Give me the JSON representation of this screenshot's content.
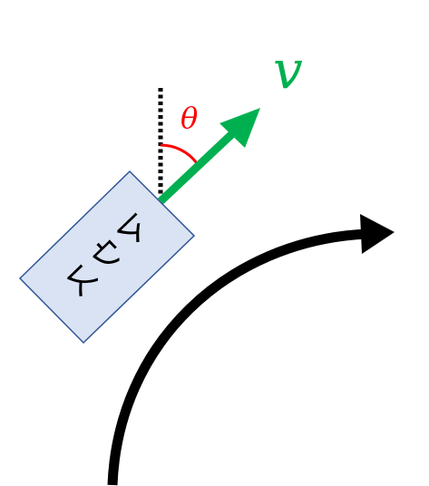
{
  "diagram": {
    "velocity_label": "v",
    "angle_label": "θ",
    "box_label": "マウス",
    "colors": {
      "velocity": "#00b050",
      "angle": "#ff0000",
      "box_fill": "#dae3f3",
      "box_stroke": "#2f5597",
      "path": "#000000",
      "reference": "#000000"
    },
    "icons": {
      "velocity_arrow": "arrow-up-right-icon",
      "path_arrow": "curved-arrow-icon"
    }
  }
}
